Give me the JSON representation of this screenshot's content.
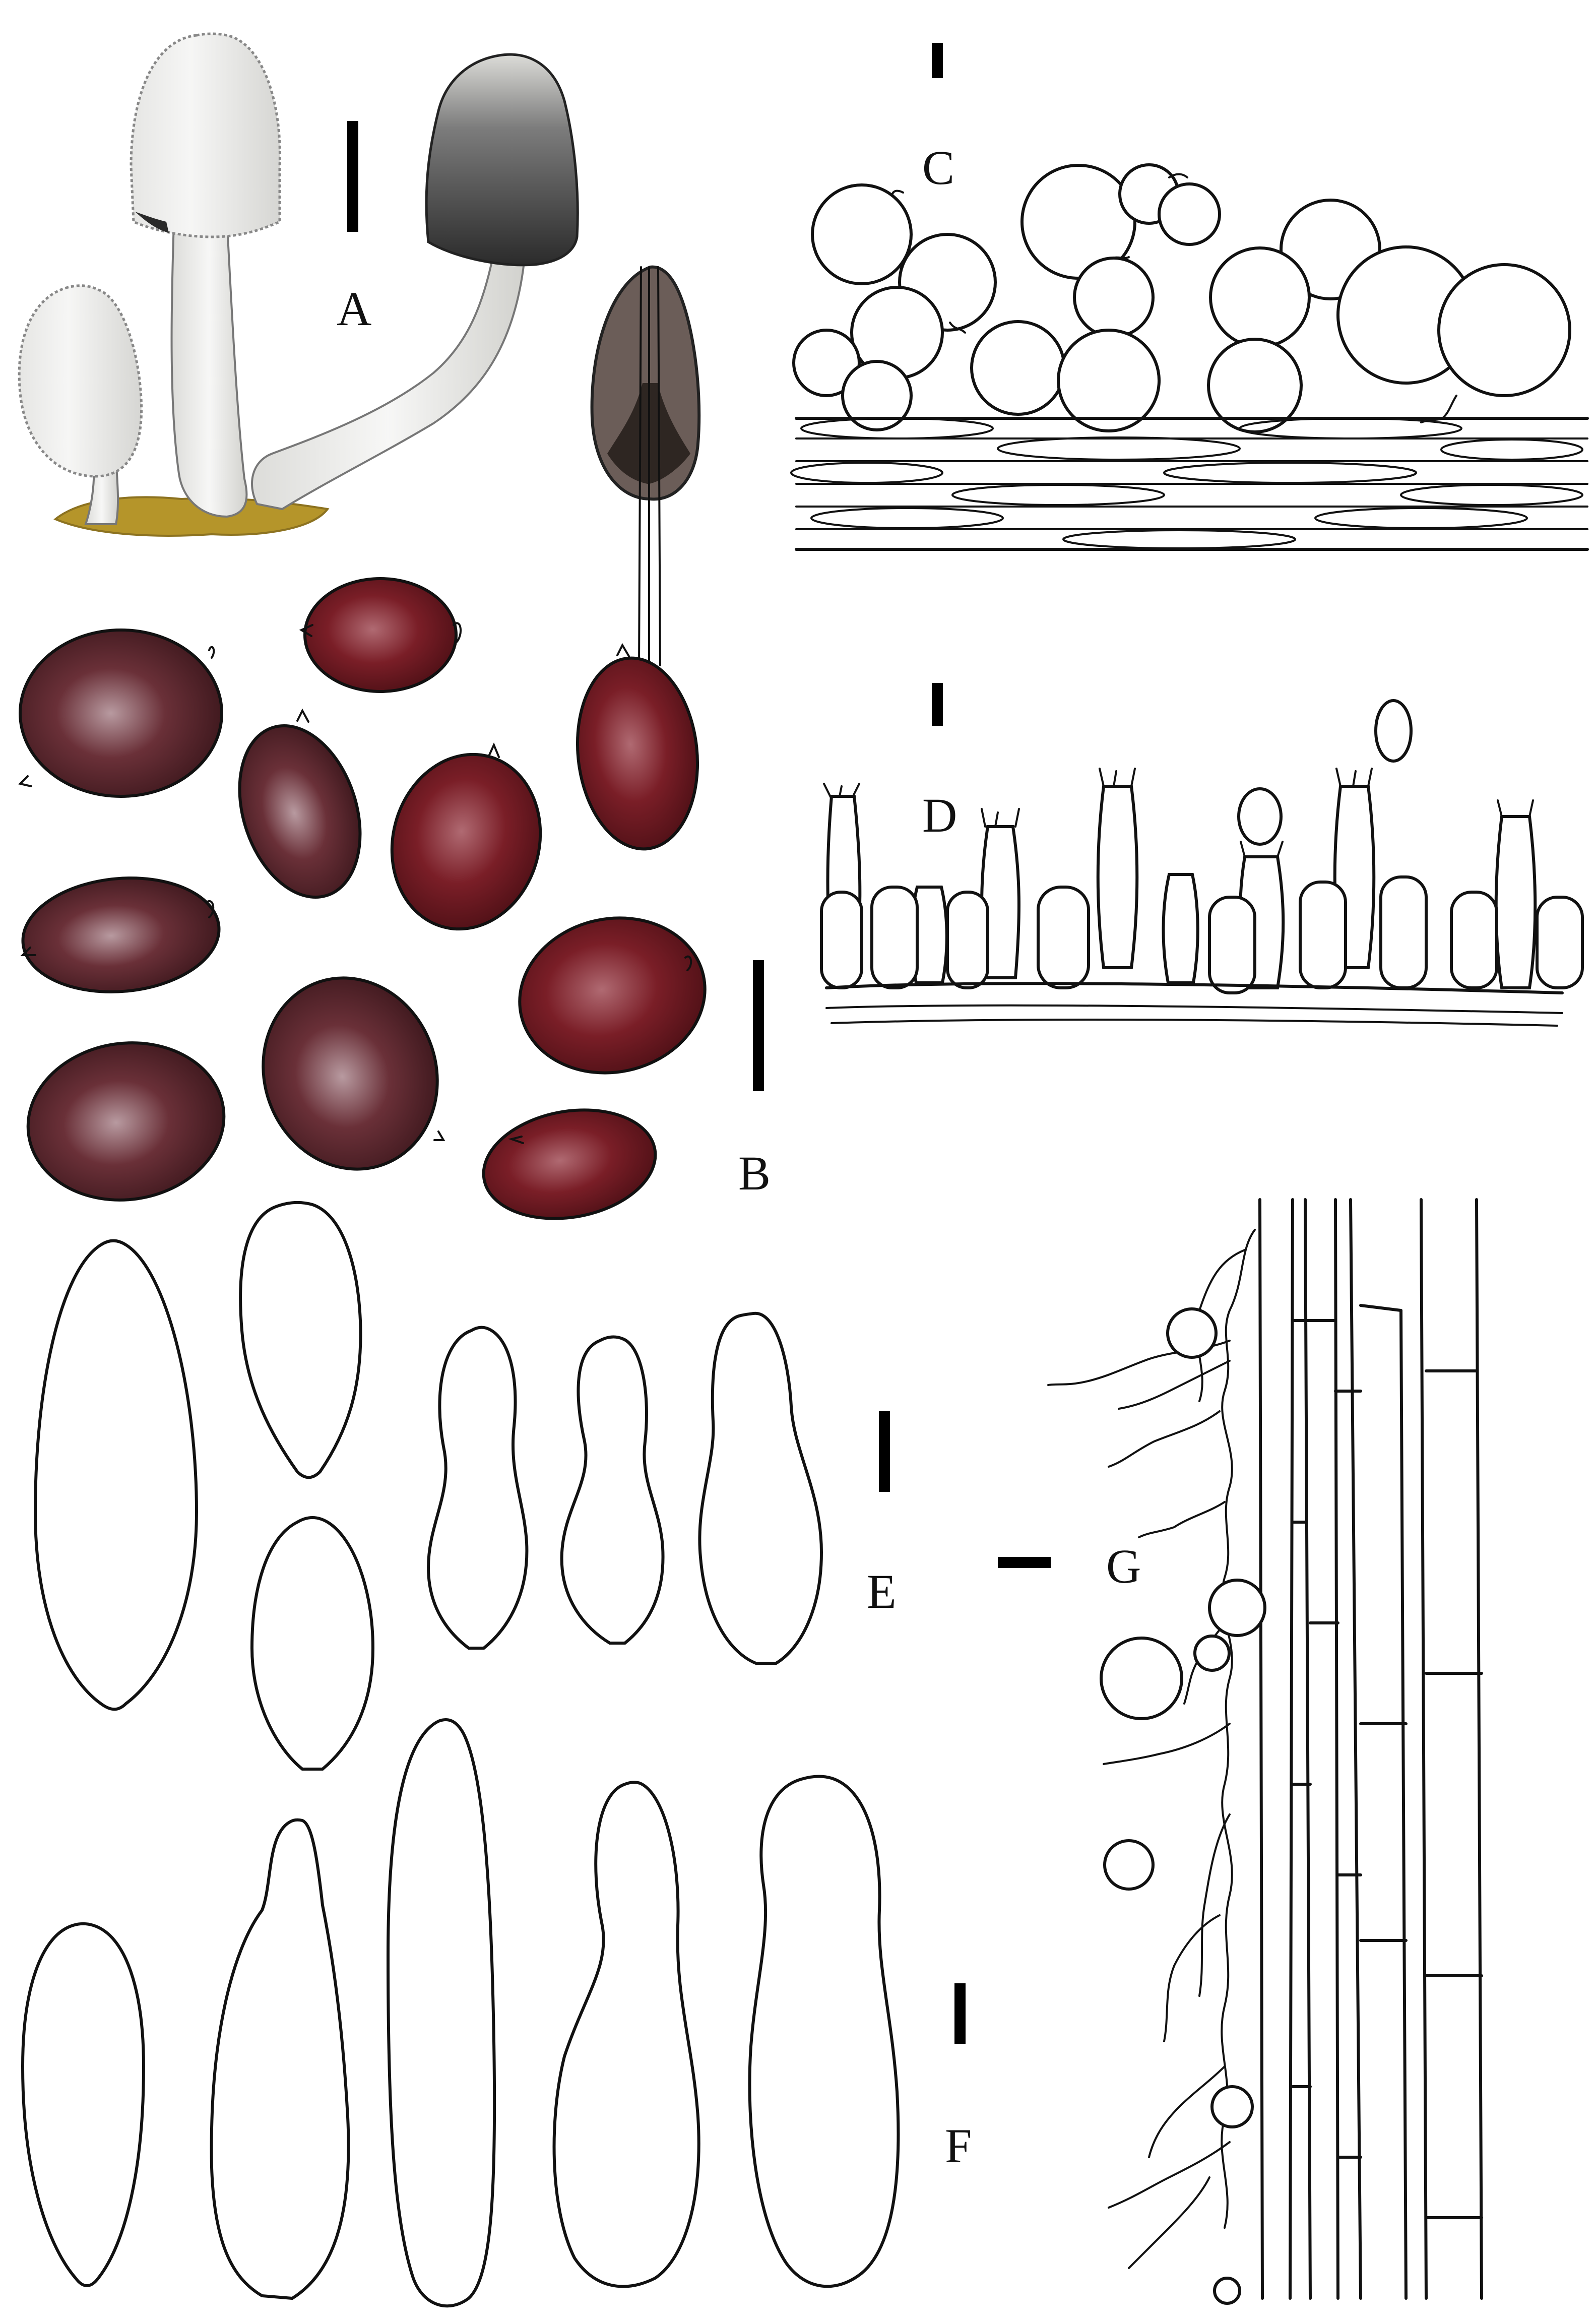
{
  "panels": {
    "A": "A",
    "B": "B",
    "C": "C",
    "D": "D",
    "E": "E",
    "F": "F",
    "G": "G"
  },
  "colors": {
    "cap_white": "#f1f1f0",
    "cap_shadow": "#d9d9d6",
    "cap_dark": "#3a3a3a",
    "gill_brown": "#6b5d58",
    "substrate": "#b5952a",
    "spore_dark": "#4a1f24",
    "spore_red": "#6e1a21",
    "ink": "#111111"
  }
}
